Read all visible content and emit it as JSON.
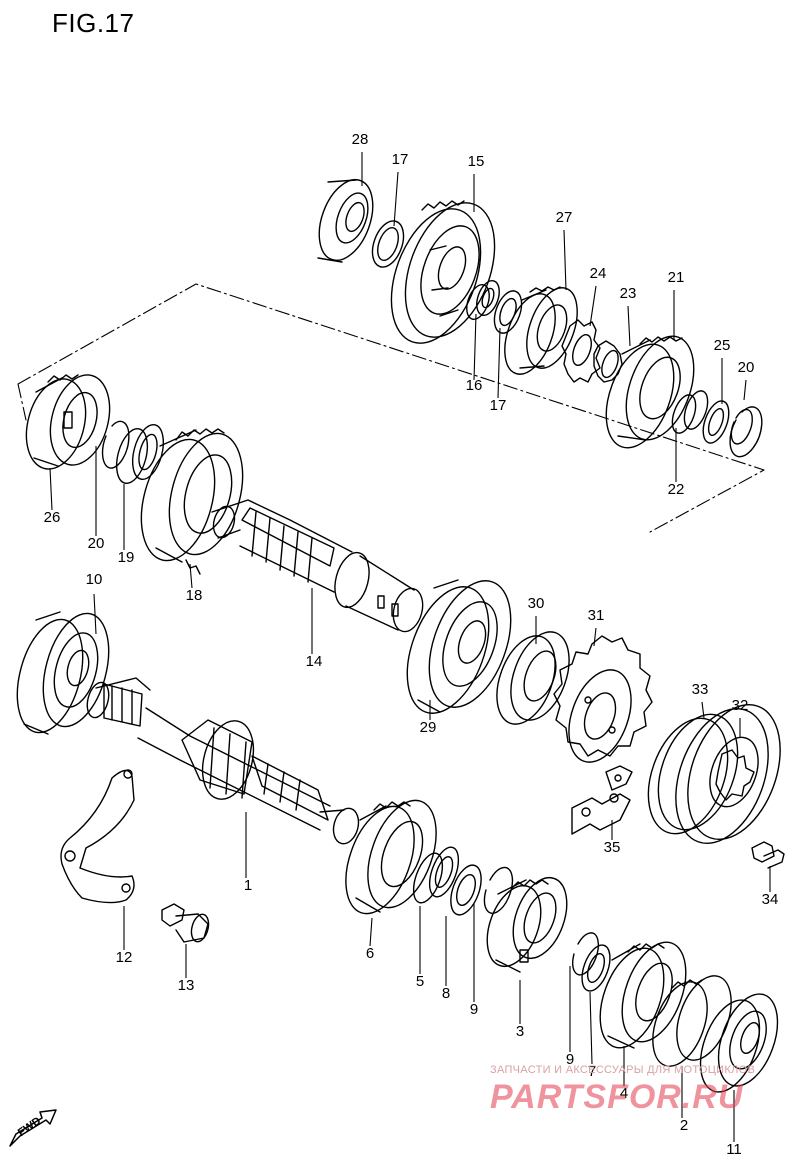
{
  "figure": {
    "title": "FIG.17"
  },
  "callouts": [
    {
      "id": "c28",
      "label": "28"
    },
    {
      "id": "c17a",
      "label": "17"
    },
    {
      "id": "c15",
      "label": "15"
    },
    {
      "id": "c27",
      "label": "27"
    },
    {
      "id": "c24",
      "label": "24"
    },
    {
      "id": "c21",
      "label": "21"
    },
    {
      "id": "c23",
      "label": "23"
    },
    {
      "id": "c25",
      "label": "25"
    },
    {
      "id": "c20a",
      "label": "20"
    },
    {
      "id": "c16",
      "label": "16"
    },
    {
      "id": "c17b",
      "label": "17"
    },
    {
      "id": "c22",
      "label": "22"
    },
    {
      "id": "c26",
      "label": "26"
    },
    {
      "id": "c20b",
      "label": "20"
    },
    {
      "id": "c19",
      "label": "19"
    },
    {
      "id": "c18",
      "label": "18"
    },
    {
      "id": "c14",
      "label": "14"
    },
    {
      "id": "c10",
      "label": "10"
    },
    {
      "id": "c30",
      "label": "30"
    },
    {
      "id": "c31",
      "label": "31"
    },
    {
      "id": "c29",
      "label": "29"
    },
    {
      "id": "c33",
      "label": "33"
    },
    {
      "id": "c32",
      "label": "32"
    },
    {
      "id": "c35",
      "label": "35"
    },
    {
      "id": "c34",
      "label": "34"
    },
    {
      "id": "c1",
      "label": "1"
    },
    {
      "id": "c12",
      "label": "12"
    },
    {
      "id": "c13",
      "label": "13"
    },
    {
      "id": "c6",
      "label": "6"
    },
    {
      "id": "c5",
      "label": "5"
    },
    {
      "id": "c8",
      "label": "8"
    },
    {
      "id": "c9a",
      "label": "9"
    },
    {
      "id": "c3",
      "label": "3"
    },
    {
      "id": "c9b",
      "label": "9"
    },
    {
      "id": "c7",
      "label": "7"
    },
    {
      "id": "c4",
      "label": "4"
    },
    {
      "id": "c2",
      "label": "2"
    },
    {
      "id": "c11",
      "label": "11"
    }
  ],
  "direction_marker": {
    "label": "FWD",
    "icon": "fwd-arrow-icon"
  },
  "watermark": {
    "caption": "ЗАПЧАСТИ И АКСЕССУАРЫ ДЛЯ МОТОЦИКЛОВ",
    "logo": "PARTSFOR.RU",
    "color": "#e23c4e"
  }
}
